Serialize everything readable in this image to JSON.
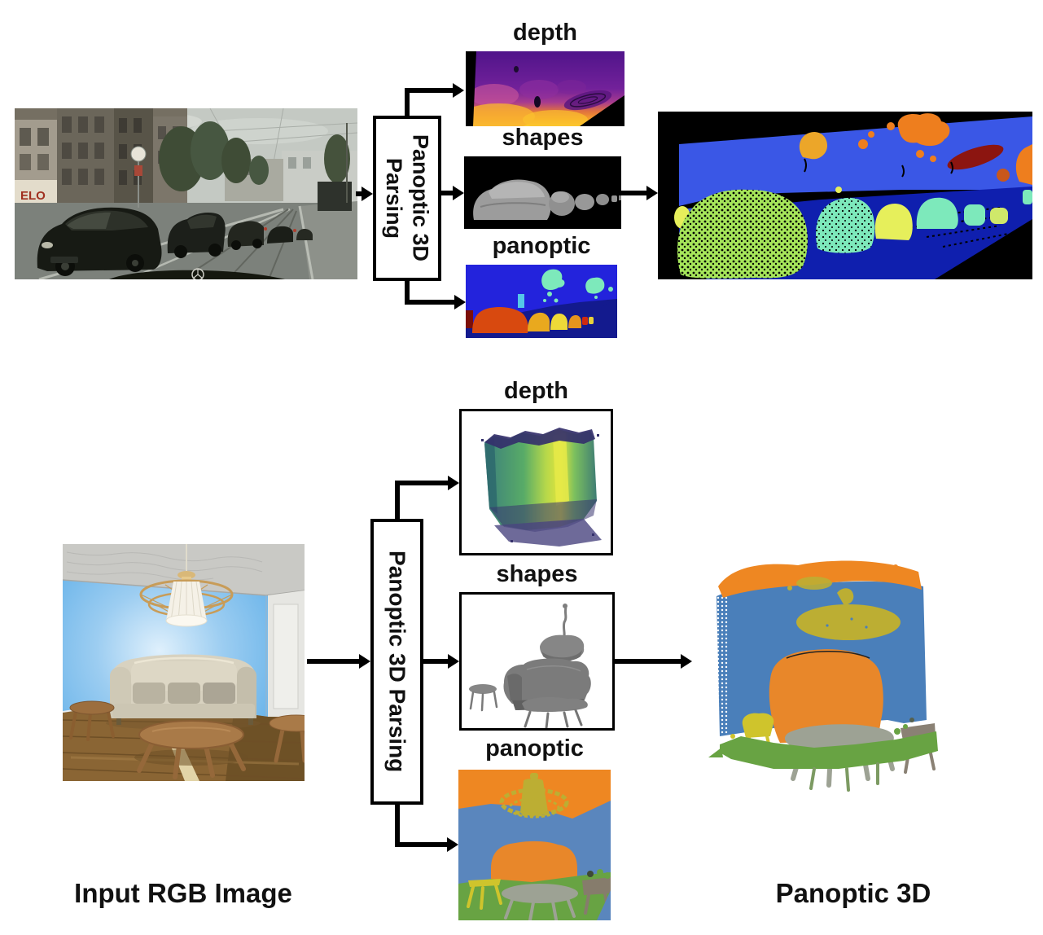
{
  "captions": {
    "input": "Input RGB Image",
    "output": "Panoptic 3D"
  },
  "parser_box": {
    "line1": "Panoptic 3D",
    "line2": "Parsing",
    "full": "Panoptic 3D Parsing"
  },
  "branch_labels": {
    "depth": "depth",
    "shapes": "shapes",
    "panoptic": "panoptic"
  },
  "photo": {
    "storefront_sign": "ELO"
  },
  "colors": {
    "arrow": "#000000",
    "text": "#111111",
    "seg_building_blue": "#3a57e6",
    "seg_road_navy": "#0f1fae",
    "pan1_blue": "#2323dc",
    "pan1_navy": "#131a8e",
    "car_green": "#a6e65a",
    "car_aqua": "#7de9bb",
    "car_yellow": "#e6ef5b",
    "veg_orange": "#ee7e1e",
    "dark_red": "#8c1510",
    "car_orange_red": "#d8490f",
    "sign_cyan": "#54c8e8",
    "ceiling_orange": "#ee8722",
    "wall_blue": "#5a86bd",
    "wall3d_blue": "#4a7fba",
    "floor_green": "#68a343",
    "sofa_orange": "#e8872a",
    "lamp_olive": "#bcae33",
    "table_yellow": "#cfc42c",
    "table_gray": "#9da294",
    "room_wall": "#62b1e8",
    "wood": "#8a6534",
    "sofa_beige": "#d8d2c0",
    "mesh_gray": "#868686"
  }
}
